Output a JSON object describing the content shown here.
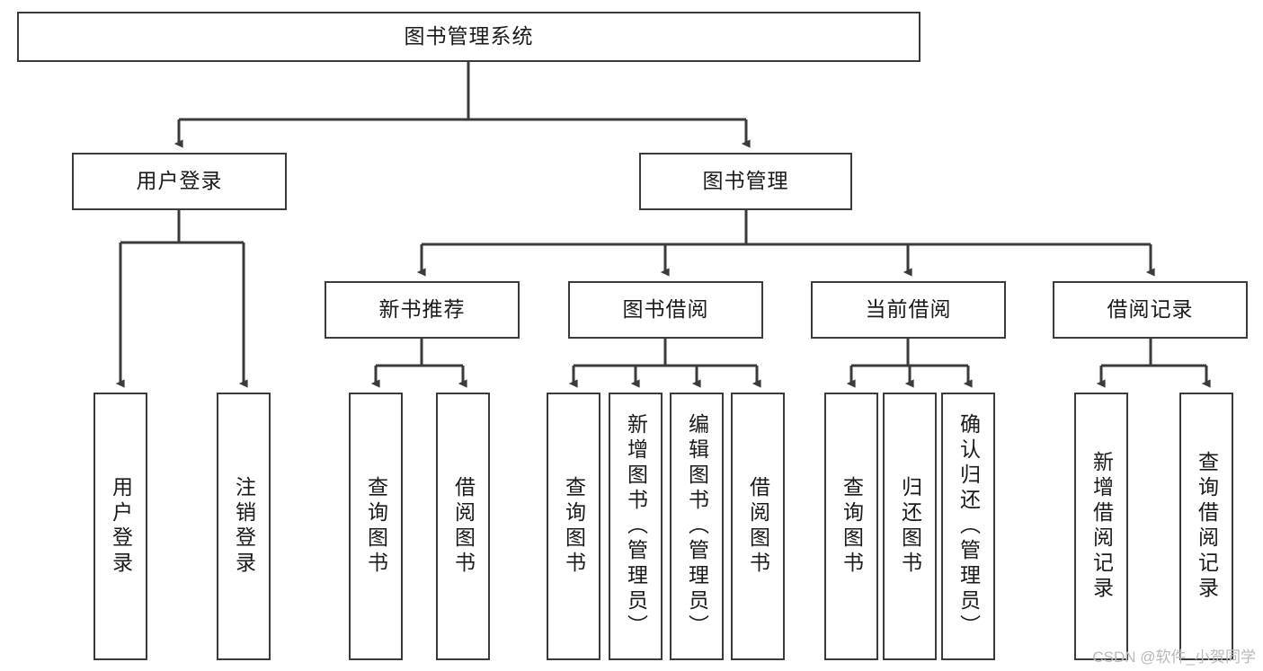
{
  "diagram": {
    "title": "图书管理系统",
    "type": "hierarchy-tree",
    "watermark": "CSDN @软件_小贺同学",
    "colors": {
      "box_border": "#3b3b3b",
      "box_fill": "#ffffff",
      "edge": "#3b3b3b",
      "text": "#1a1a1a",
      "watermark": "#b9b9b9",
      "background": "#ffffff"
    },
    "levels": [
      {
        "level": 1,
        "nodes": [
          {
            "id": "root",
            "label": "图书管理系统",
            "orientation": "horizontal"
          }
        ]
      },
      {
        "level": 2,
        "nodes": [
          {
            "id": "login",
            "label": "用户登录",
            "orientation": "horizontal",
            "parent": "root"
          },
          {
            "id": "bookmgmt",
            "label": "图书管理",
            "orientation": "horizontal",
            "parent": "root"
          }
        ]
      },
      {
        "level": 3,
        "nodes": [
          {
            "id": "newbook",
            "label": "新书推荐",
            "orientation": "horizontal",
            "parent": "bookmgmt"
          },
          {
            "id": "borrow",
            "label": "图书借阅",
            "orientation": "horizontal",
            "parent": "bookmgmt"
          },
          {
            "id": "current",
            "label": "当前借阅",
            "orientation": "horizontal",
            "parent": "bookmgmt"
          },
          {
            "id": "records",
            "label": "借阅记录",
            "orientation": "horizontal",
            "parent": "bookmgmt"
          }
        ]
      },
      {
        "level": 4,
        "nodes": [
          {
            "id": "leaf-user-login",
            "label": "用户登录",
            "orientation": "vertical",
            "parent": "login"
          },
          {
            "id": "leaf-logout",
            "label": "注销登录",
            "orientation": "vertical",
            "parent": "login"
          },
          {
            "id": "leaf-query-book-1",
            "label": "查询图书",
            "orientation": "vertical",
            "parent": "newbook"
          },
          {
            "id": "leaf-borrow-book-1",
            "label": "借阅图书",
            "orientation": "vertical",
            "parent": "newbook"
          },
          {
            "id": "leaf-query-book-2",
            "label": "查询图书",
            "orientation": "vertical",
            "parent": "borrow"
          },
          {
            "id": "leaf-add-book",
            "label": "新增图书（管理员）",
            "orientation": "vertical",
            "parent": "borrow"
          },
          {
            "id": "leaf-edit-book",
            "label": "编辑图书（管理员）",
            "orientation": "vertical",
            "parent": "borrow"
          },
          {
            "id": "leaf-borrow-book-2",
            "label": "借阅图书",
            "orientation": "vertical",
            "parent": "borrow"
          },
          {
            "id": "leaf-query-book-3",
            "label": "查询图书",
            "orientation": "vertical",
            "parent": "current"
          },
          {
            "id": "leaf-return-book",
            "label": "归还图书",
            "orientation": "vertical",
            "parent": "current"
          },
          {
            "id": "leaf-confirm-return",
            "label": "确认归还（管理员）",
            "orientation": "vertical",
            "parent": "current"
          },
          {
            "id": "leaf-add-record",
            "label": "新增借阅记录",
            "orientation": "vertical",
            "parent": "records"
          },
          {
            "id": "leaf-query-record",
            "label": "查询借阅记录",
            "orientation": "vertical",
            "parent": "records"
          }
        ]
      }
    ]
  }
}
